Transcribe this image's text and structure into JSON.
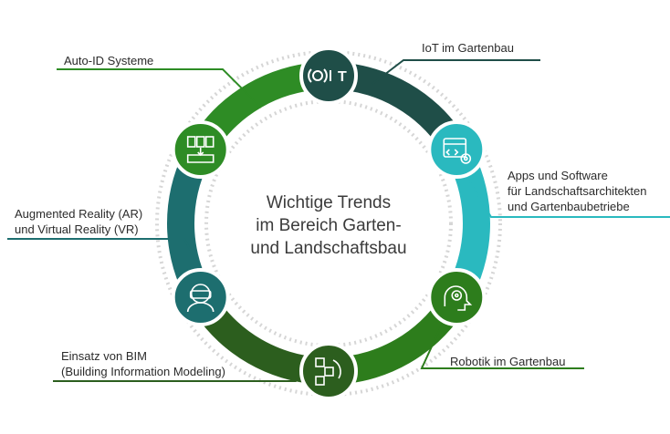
{
  "center_title": [
    "Wichtige Trends",
    "im Bereich Garten-",
    "und Landschaftsbau"
  ],
  "items": [
    {
      "key": "iot",
      "lines": [
        "IoT im Gartenbau"
      ],
      "color": "#1f4e48",
      "icon": "iot-text-icon"
    },
    {
      "key": "apps",
      "lines": [
        "Apps und Software",
        "für Landschaftsarchitekten",
        "und Gartenbaubetriebe"
      ],
      "color": "#2ab9bf",
      "icon": "code-settings-icon"
    },
    {
      "key": "robotik",
      "lines": [
        "Robotik im Gartenbau"
      ],
      "color": "#2d7d1c",
      "icon": "robot-head-icon"
    },
    {
      "key": "bim",
      "lines": [
        "Einsatz von BIM",
        "(Building Information Modeling)"
      ],
      "color": "#2c5e1e",
      "icon": "network-blocks-icon"
    },
    {
      "key": "arvr",
      "lines": [
        "Augmented Reality (AR)",
        "und Virtual Reality (VR)"
      ],
      "color": "#1d6e6f",
      "icon": "vr-headset-icon"
    },
    {
      "key": "autoid",
      "lines": [
        "Auto-ID Systeme"
      ],
      "color": "#2e8c25",
      "icon": "documents-tray-icon"
    }
  ]
}
